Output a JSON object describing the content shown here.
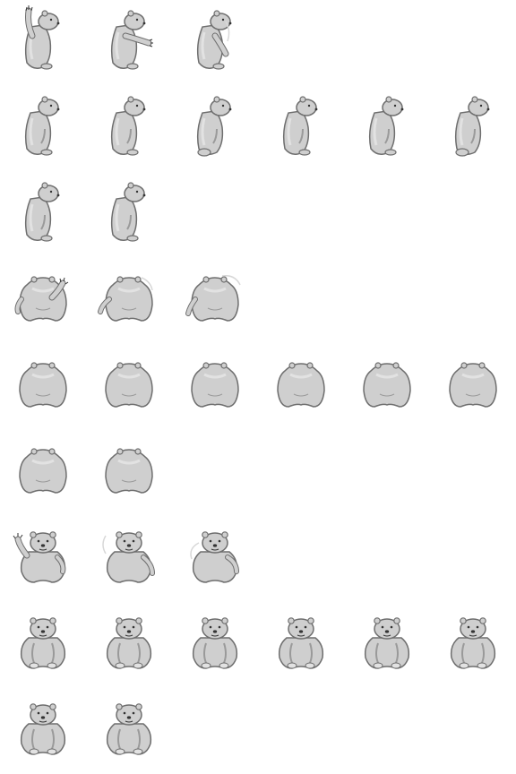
{
  "sheet": {
    "background": "#ffffff",
    "palette": {
      "fur": "#cfcfcf",
      "fur_light": "#e2e2e2",
      "outline": "#6e6e6e",
      "shadow": "#9a9a9a",
      "dark": "#333333"
    },
    "rows": [
      {
        "name": "side-wave",
        "view": "side",
        "frames": [
          "wave-up",
          "wave-mid",
          "wave-down"
        ]
      },
      {
        "name": "side-walk",
        "view": "side",
        "frames": [
          "walk",
          "walk",
          "walk-step",
          "walk",
          "walk",
          "walk-step"
        ]
      },
      {
        "name": "side-idle",
        "view": "side",
        "frames": [
          "idle",
          "idle"
        ]
      },
      {
        "name": "back-wave",
        "view": "back",
        "frames": [
          "wave-up",
          "wave-mid",
          "wave-down"
        ]
      },
      {
        "name": "back-walk",
        "view": "back",
        "frames": [
          "walk",
          "walk",
          "walk",
          "walk",
          "walk",
          "walk"
        ]
      },
      {
        "name": "back-idle",
        "view": "back",
        "frames": [
          "idle",
          "idle"
        ]
      },
      {
        "name": "front-wave",
        "view": "front",
        "frames": [
          "wave-up",
          "wave-mid",
          "wave-down"
        ]
      },
      {
        "name": "front-walk",
        "view": "front",
        "frames": [
          "walk",
          "walk",
          "walk",
          "walk",
          "walk",
          "walk"
        ]
      },
      {
        "name": "front-idle",
        "view": "front",
        "frames": [
          "idle",
          "idle"
        ]
      }
    ]
  }
}
